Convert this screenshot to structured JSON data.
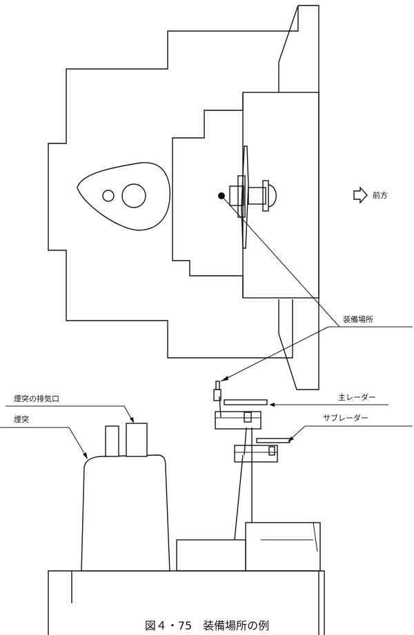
{
  "labels": {
    "forward": "前方",
    "install_location": "装備場所",
    "main_radar": "主レーダー",
    "sub_radar": "サブレーダー",
    "funnel_exhaust": "煙突の排気口",
    "funnel": "煙突"
  },
  "caption": "図４・75　装備場所の例"
}
